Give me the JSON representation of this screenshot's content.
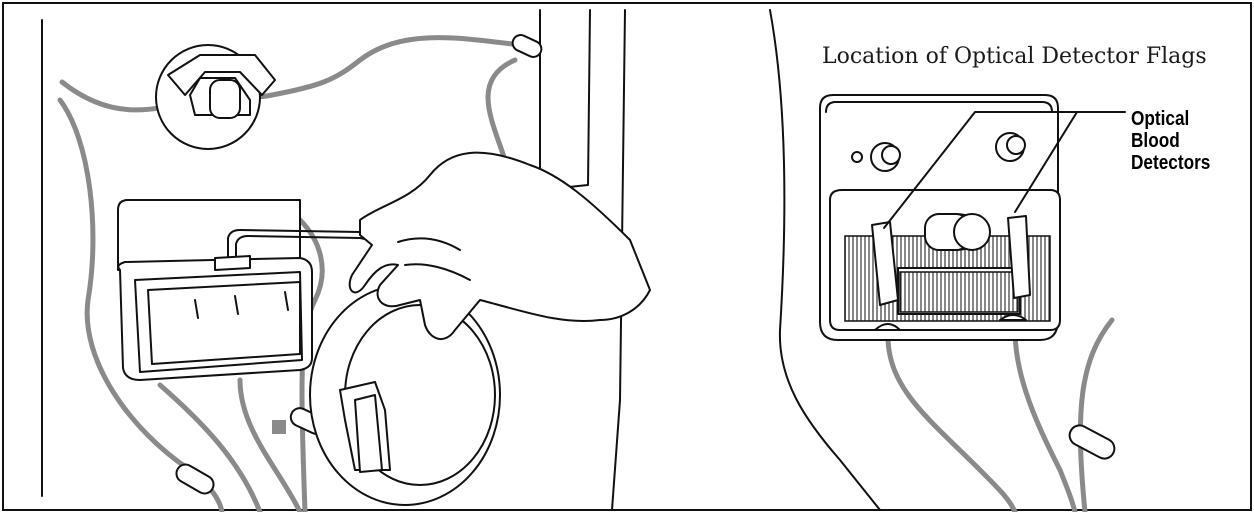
{
  "figure": {
    "caption": "Location of Optical Detector Flags",
    "callout": {
      "line1": "Optical",
      "line2": "Blood",
      "line3": "Detectors"
    }
  },
  "icons": {
    "left_panel": "hand-installing-tubing-icon",
    "right_panel": "optical-detector-housing-icon"
  }
}
